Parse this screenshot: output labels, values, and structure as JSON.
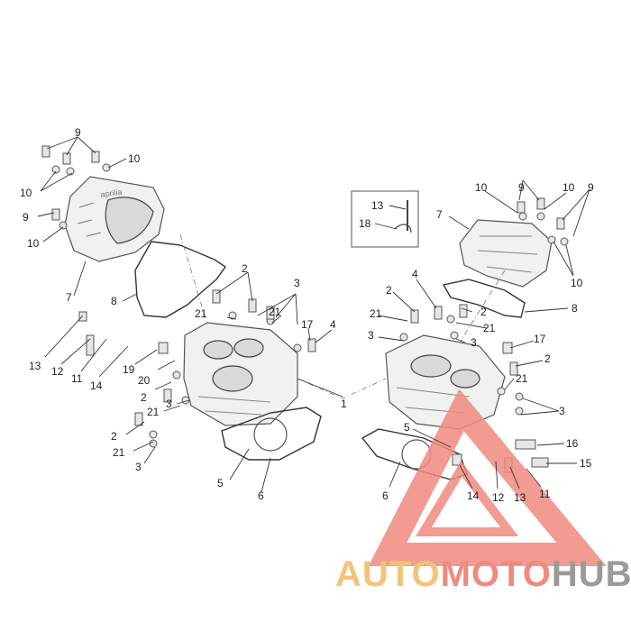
{
  "diagram": {
    "callouts": [
      {
        "id": "c9a",
        "text": "9"
      },
      {
        "id": "c10a",
        "text": "10"
      },
      {
        "id": "c10b",
        "text": "10"
      },
      {
        "id": "c9b",
        "text": "9"
      },
      {
        "id": "c10c",
        "text": "10"
      },
      {
        "id": "c7a",
        "text": "7"
      },
      {
        "id": "c8a",
        "text": "8"
      },
      {
        "id": "c13a",
        "text": "13"
      },
      {
        "id": "c12a",
        "text": "12"
      },
      {
        "id": "c11a",
        "text": "11"
      },
      {
        "id": "c14a",
        "text": "14"
      },
      {
        "id": "c19a",
        "text": "19"
      },
      {
        "id": "c20a",
        "text": "20"
      },
      {
        "id": "c2a",
        "text": "2"
      },
      {
        "id": "c21a",
        "text": "21"
      },
      {
        "id": "c3a",
        "text": "3"
      },
      {
        "id": "c21b",
        "text": "21"
      },
      {
        "id": "c17a",
        "text": "17"
      },
      {
        "id": "c4a",
        "text": "4"
      },
      {
        "id": "c2b",
        "text": "2"
      },
      {
        "id": "c21c",
        "text": "21"
      },
      {
        "id": "c3b",
        "text": "3"
      },
      {
        "id": "c2c",
        "text": "2"
      },
      {
        "id": "c21d",
        "text": "21"
      },
      {
        "id": "c3c",
        "text": "3"
      },
      {
        "id": "c5a",
        "text": "5"
      },
      {
        "id": "c6a",
        "text": "6"
      },
      {
        "id": "c1",
        "text": "1"
      },
      {
        "id": "c13b",
        "text": "13"
      },
      {
        "id": "c18",
        "text": "18"
      },
      {
        "id": "c10d",
        "text": "10"
      },
      {
        "id": "c9c",
        "text": "9"
      },
      {
        "id": "c10e",
        "text": "10"
      },
      {
        "id": "c9d",
        "text": "9"
      },
      {
        "id": "c7b",
        "text": "7"
      },
      {
        "id": "c10f",
        "text": "10"
      },
      {
        "id": "c4b",
        "text": "4"
      },
      {
        "id": "c2d",
        "text": "2"
      },
      {
        "id": "c2e",
        "text": "2"
      },
      {
        "id": "c21e",
        "text": "21"
      },
      {
        "id": "c21f",
        "text": "21"
      },
      {
        "id": "c3d",
        "text": "3"
      },
      {
        "id": "c3e",
        "text": "3"
      },
      {
        "id": "c8b",
        "text": "8"
      },
      {
        "id": "c17b",
        "text": "17"
      },
      {
        "id": "c2f",
        "text": "2"
      },
      {
        "id": "c21g",
        "text": "21"
      },
      {
        "id": "c3f",
        "text": "3"
      },
      {
        "id": "c5b",
        "text": "5"
      },
      {
        "id": "c16",
        "text": "16"
      },
      {
        "id": "c15",
        "text": "15"
      },
      {
        "id": "c6b",
        "text": "6"
      },
      {
        "id": "c14b",
        "text": "14"
      },
      {
        "id": "c12b",
        "text": "12"
      },
      {
        "id": "c13c",
        "text": "13"
      },
      {
        "id": "c11b",
        "text": "11"
      }
    ],
    "cover_branding": "aprilia"
  },
  "watermark": {
    "brand_part1": "AUTO",
    "brand_part2": "MOTO",
    "brand_part3": "HUB",
    "color_part1": "#f5c27a",
    "color_part2": "#f08a80",
    "color_part3": "#9a9a9a",
    "triangle_color": "#f08a80"
  }
}
